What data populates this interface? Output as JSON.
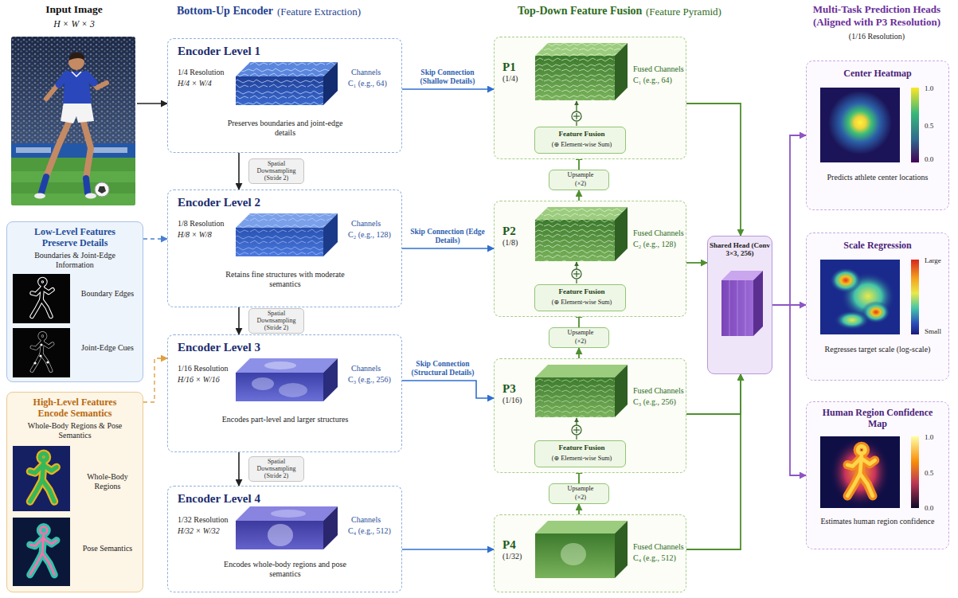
{
  "diagram": {
    "nodes": [
      {
        "text": [
          "Input Image",
          "H × W × 3"
        ]
      },
      {
        "text": [
          "Low-Level Features Preserve Details",
          "Boundaries & Joint-Edge Information",
          "Boundary Edges",
          "Joint-Edge Cues"
        ]
      },
      {
        "text": [
          "High-Level Features Encode Semantics",
          "Whole-Body Regions & Pose Semantics",
          "Whole-Body Regions",
          "Pose Semantics"
        ]
      },
      {
        "text": [
          "Encoder Level 1",
          "1/4 Resolution",
          "H/4 × W/4",
          "Channels",
          "C₁ (e.g., 64)",
          "Preserves boundaries and joint-edge details"
        ]
      },
      {
        "text": [
          "Encoder Level 2",
          "1/8 Resolution",
          "H/8 × W/8",
          "Channels",
          "C₂ (e.g., 128)",
          "Retains fine structures with moderate semantics"
        ]
      },
      {
        "text": [
          "Encoder Level 3",
          "1/16 Resolution",
          "H/16 × W/16",
          "Channels",
          "C₃ (e.g., 256)",
          "Encodes part-level and larger structures"
        ]
      },
      {
        "text": [
          "Encoder Level 4",
          "1/32 Resolution",
          "H/32 × W/32",
          "Channels",
          "C₄ (e.g., 512)",
          "Encodes whole-body regions and pose semantics"
        ]
      },
      {
        "text": [
          "P1",
          "(1/4)",
          "Fused Channels",
          "C₁ (e.g., 64)"
        ]
      },
      {
        "text": [
          "Feature Fusion",
          "(⊕ Element-wise Sum)"
        ],
        "in": 7
      },
      {
        "text": [
          "Upsample",
          "(×2)"
        ]
      },
      {
        "text": [
          "P2",
          "(1/8)",
          "Fused Channels",
          "C₂ (e.g., 128)"
        ]
      },
      {
        "text": [
          "Feature Fusion",
          "(⊕ Element-wise Sum)"
        ],
        "in": 10
      },
      {
        "text": [
          "Upsample",
          "(×2)"
        ]
      },
      {
        "text": [
          "P3",
          "(1/16)",
          "Fused Channels",
          "C₃ (e.g., 256)"
        ]
      },
      {
        "text": [
          "Feature Fusion",
          "(⊕ Element-wise Sum)"
        ],
        "in": 13
      },
      {
        "text": [
          "Upsample",
          "(×2)"
        ]
      },
      {
        "text": [
          "P4",
          "(1/32)",
          "Fused Channels",
          "C₄ (e.g., 512)"
        ]
      },
      {
        "text": [
          "Shared Head (Conv 3×3, 256)"
        ]
      },
      {
        "text": [
          "Center Heatmap",
          "1.0",
          "0.5",
          "0.0",
          "Predicts athlete center locations"
        ]
      },
      {
        "text": [
          "Scale Regression",
          "Large",
          "Small",
          "Regresses target scale (log-scale)"
        ]
      },
      {
        "text": [
          "Human Region Confidence Map",
          "1.0",
          "0.5",
          "0.0",
          "Estimates human region confidence"
        ]
      }
    ],
    "edges": [
      {
        "from": 0,
        "to": 3,
        "arrow": "to"
      },
      {
        "from": 3,
        "to": 4,
        "label": "Spatial Downsampling (Stride 2)",
        "arrow": "to"
      },
      {
        "from": 4,
        "to": 5,
        "label": "Spatial Downsampling (Stride 2)",
        "arrow": "to"
      },
      {
        "from": 5,
        "to": 6,
        "label": "Spatial Downsampling (Stride 2)",
        "arrow": "to"
      },
      {
        "from": 1,
        "to": 4,
        "arrow": "to"
      },
      {
        "from": 2,
        "to": 5,
        "arrow": "to"
      },
      {
        "from": 3,
        "to": 7,
        "label": "Skip Connection (Shallow Details)",
        "arrow": "to"
      },
      {
        "from": 4,
        "to": 10,
        "label": "Skip Connection (Edge Details)",
        "arrow": "to"
      },
      {
        "from": 5,
        "to": 13,
        "label": "Skip Connection (Structural Details)",
        "arrow": "to"
      },
      {
        "from": 6,
        "to": 16,
        "arrow": "to"
      },
      {
        "from": 16,
        "to": 15,
        "arrow": "to"
      },
      {
        "from": 15,
        "to": 14,
        "arrow": "to"
      },
      {
        "from": 13,
        "to": 12,
        "arrow": "to"
      },
      {
        "from": 12,
        "to": 11,
        "arrow": "to"
      },
      {
        "from": 10,
        "to": 9,
        "arrow": "to"
      },
      {
        "from": 9,
        "to": 8,
        "arrow": "to"
      },
      {
        "from": 7,
        "to": 17,
        "arrow": "to"
      },
      {
        "from": 10,
        "to": 17,
        "arrow": "to"
      },
      {
        "from": 13,
        "to": 17,
        "arrow": "to"
      },
      {
        "from": 16,
        "to": 17,
        "arrow": "to"
      },
      {
        "from": 17,
        "to": 18,
        "arrow": "to"
      },
      {
        "from": 17,
        "to": 19,
        "arrow": "to"
      },
      {
        "from": 17,
        "to": 20,
        "arrow": "to"
      }
    ],
    "labels": [
      "Bottom-Up Encoder",
      "(Feature Extraction)",
      "Top-Down Feature Fusion",
      "(Feature Pyramid)",
      "Multi-Task Prediction Heads",
      "(Aligned with P3 Resolution)",
      "(1/16 Resolution)"
    ]
  }
}
